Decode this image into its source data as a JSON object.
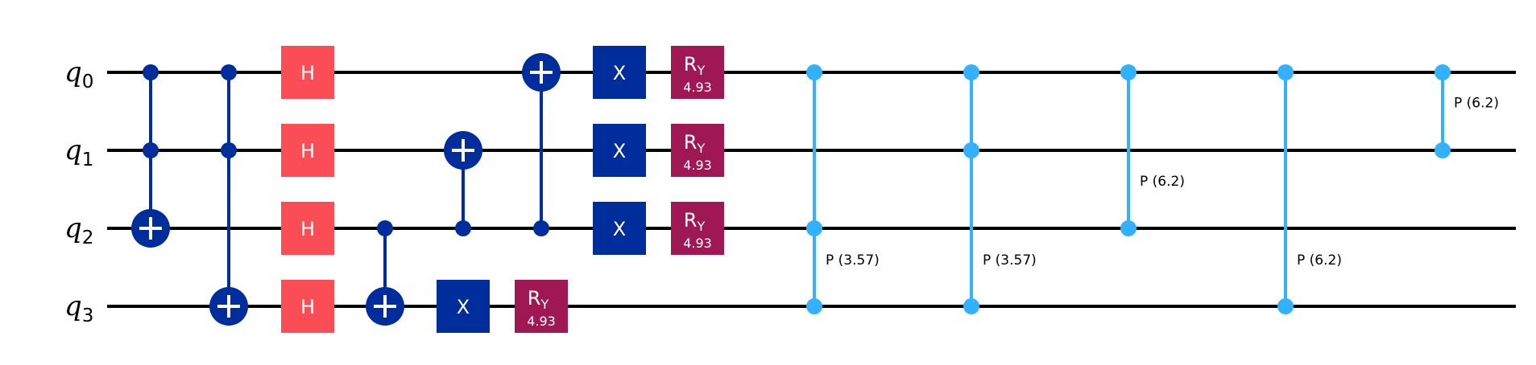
{
  "qubits": [
    {
      "id": "q0",
      "letter": "q",
      "index": "0"
    },
    {
      "id": "q1",
      "letter": "q",
      "index": "1"
    },
    {
      "id": "q2",
      "letter": "q",
      "index": "2"
    },
    {
      "id": "q3",
      "letter": "q",
      "index": "3"
    }
  ],
  "gates": [
    {
      "type": "ccx",
      "name": "toffoli-gate",
      "controls": [
        0,
        1
      ],
      "target": 2
    },
    {
      "type": "ccx",
      "name": "toffoli-gate",
      "controls": [
        0,
        1
      ],
      "target": 3
    },
    {
      "type": "h",
      "name": "hadamard-gate",
      "qubit": 0,
      "label": "H"
    },
    {
      "type": "h",
      "name": "hadamard-gate",
      "qubit": 1,
      "label": "H"
    },
    {
      "type": "h",
      "name": "hadamard-gate",
      "qubit": 2,
      "label": "H"
    },
    {
      "type": "h",
      "name": "hadamard-gate",
      "qubit": 3,
      "label": "H"
    },
    {
      "type": "cx",
      "name": "cnot-gate",
      "controls": [
        2
      ],
      "target": 3
    },
    {
      "type": "cx",
      "name": "cnot-gate",
      "controls": [
        2
      ],
      "target": 1
    },
    {
      "type": "x",
      "name": "x-gate",
      "qubit": 3,
      "label": "X"
    },
    {
      "type": "cx",
      "name": "cnot-gate",
      "controls": [
        2
      ],
      "target": 0
    },
    {
      "type": "ry",
      "name": "ry-gate",
      "qubit": 3,
      "label": "R",
      "sub": "Y",
      "param": "4.93"
    },
    {
      "type": "x",
      "name": "x-gate",
      "qubit": 0,
      "label": "X"
    },
    {
      "type": "x",
      "name": "x-gate",
      "qubit": 1,
      "label": "X"
    },
    {
      "type": "x",
      "name": "x-gate",
      "qubit": 2,
      "label": "X"
    },
    {
      "type": "ry",
      "name": "ry-gate",
      "qubit": 0,
      "label": "R",
      "sub": "Y",
      "param": "4.93"
    },
    {
      "type": "ry",
      "name": "ry-gate",
      "qubit": 1,
      "label": "R",
      "sub": "Y",
      "param": "4.93"
    },
    {
      "type": "ry",
      "name": "ry-gate",
      "qubit": 2,
      "label": "R",
      "sub": "Y",
      "param": "4.93"
    },
    {
      "type": "mcp",
      "name": "controlled-phase-gate",
      "qubits": [
        0,
        2,
        3
      ],
      "label": "P (3.57)"
    },
    {
      "type": "mcp",
      "name": "controlled-phase-gate",
      "qubits": [
        0,
        1,
        3
      ],
      "label": "P (3.57)"
    },
    {
      "type": "cp",
      "name": "controlled-phase-gate",
      "qubits": [
        0,
        2
      ],
      "label": "P (6.2)"
    },
    {
      "type": "cp",
      "name": "controlled-phase-gate",
      "qubits": [
        0,
        3
      ],
      "label": "P (6.2)"
    },
    {
      "type": "cp",
      "name": "controlled-phase-gate",
      "qubits": [
        0,
        1
      ],
      "label": "P (6.2)"
    }
  ],
  "colors": {
    "wire": "#000000",
    "multi_qubit_gate": "#002D9C",
    "hadamard": "#FA4D56",
    "pauli_x": "#002D9C",
    "rotation": "#9F1853",
    "phase": "#33B1FF",
    "gate_text": "#FFFFFF"
  }
}
